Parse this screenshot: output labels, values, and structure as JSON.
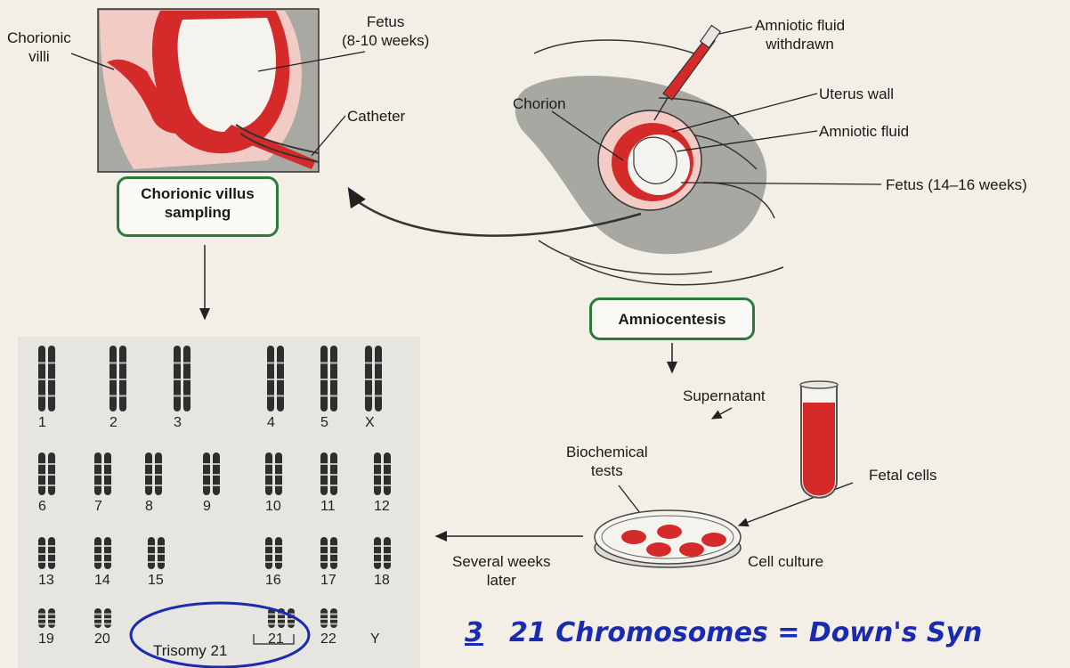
{
  "labels": {
    "chorionic_villi": [
      "Chorionic",
      "villi"
    ],
    "fetus_early": [
      "Fetus",
      "(8-10 weeks)"
    ],
    "catheter": "Catheter",
    "cvs_box": [
      "Chorionic villus",
      "sampling"
    ],
    "amniotic_withdrawn": [
      "Amniotic fluid",
      "withdrawn"
    ],
    "chorion": "Chorion",
    "uterus_wall": "Uterus wall",
    "amniotic_fluid": "Amniotic fluid",
    "fetus_late": "Fetus (14–16 weeks)",
    "amnio_box": "Amniocentesis",
    "supernatant": "Supernatant",
    "biochemical": [
      "Biochemical",
      "tests"
    ],
    "fetal_cells": "Fetal cells",
    "cell_culture": "Cell culture",
    "several_weeks": [
      "Several weeks",
      "later"
    ],
    "trisomy": "Trisomy 21"
  },
  "karyotype": {
    "row1": [
      "1",
      "2",
      "3",
      "4",
      "5",
      "X"
    ],
    "row2": [
      "6",
      "7",
      "8",
      "9",
      "10",
      "11",
      "12"
    ],
    "row3": [
      "13",
      "14",
      "15",
      "16",
      "17",
      "18"
    ],
    "row4": [
      "19",
      "20",
      "21",
      "22",
      "Y"
    ]
  },
  "handwriting": {
    "number": "3",
    "note": "21 Chromosomes = Down's Syn"
  },
  "colors": {
    "red": "#d42a2a",
    "pink": "#f0c9c4",
    "gray": "#a8a8a2",
    "green_box": "#2a7a3a",
    "ink_blue": "#1b2bb0"
  }
}
